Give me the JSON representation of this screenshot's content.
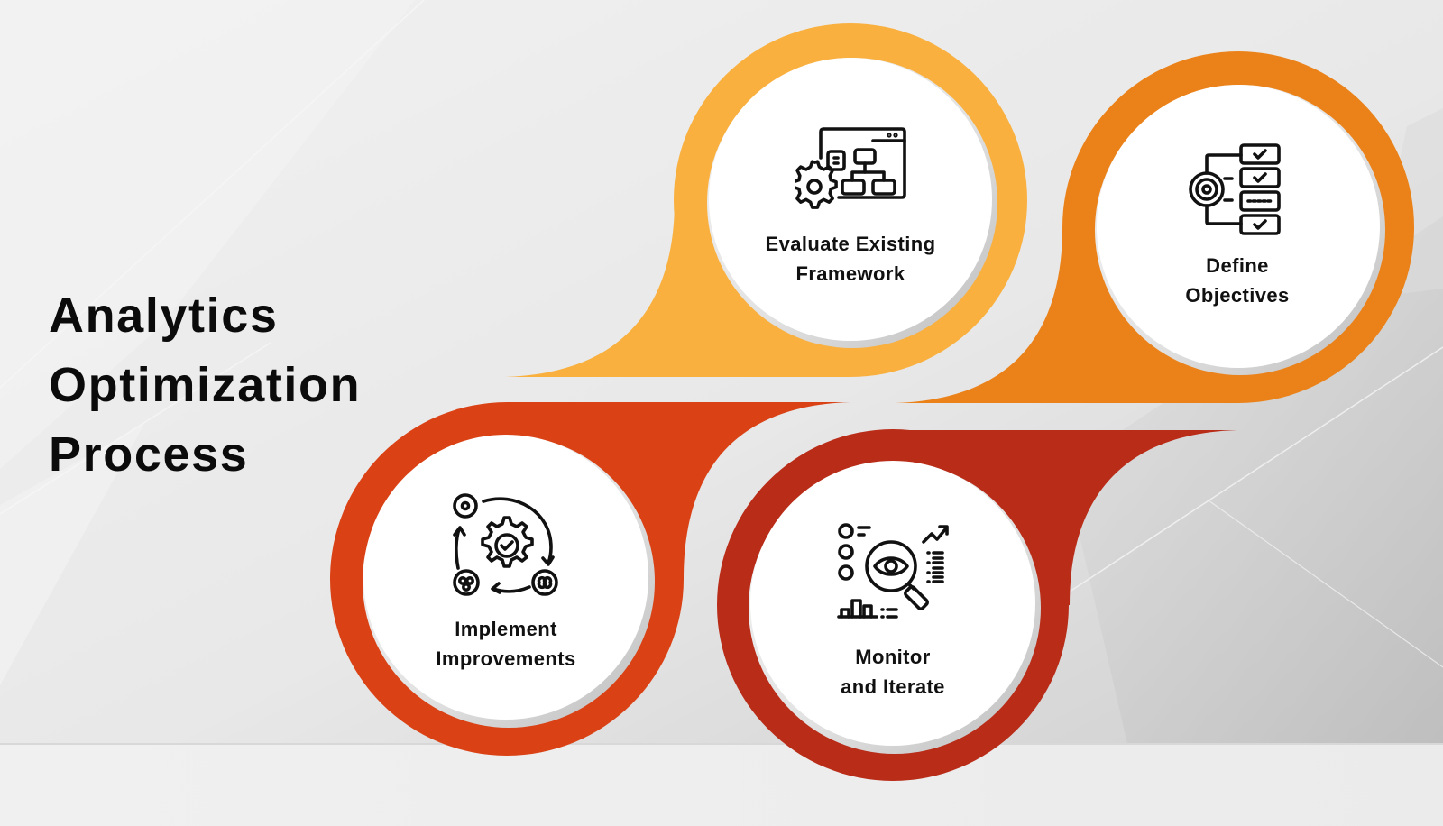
{
  "title": {
    "lines": [
      "Analytics",
      "Optimization",
      "Process"
    ]
  },
  "colors": {
    "background": "#ececec",
    "floor": "#efefef",
    "step1": "#F9B03F",
    "step2": "#EB8219",
    "step3": "#DA4215",
    "step4": "#B92C18",
    "circle_fill": "#ffffff",
    "circle_rim": "#c9c9c9",
    "text": "#111111"
  },
  "steps": [
    {
      "id": "evaluate",
      "icon": "framework-flowchart-gear-icon",
      "label_lines": [
        "Evaluate Existing",
        "Framework"
      ],
      "color": "#F9B03F"
    },
    {
      "id": "define",
      "icon": "target-checklist-icon",
      "label_lines": [
        "Define",
        "Objectives"
      ],
      "color": "#EB8219"
    },
    {
      "id": "implement",
      "icon": "gear-cycle-check-icon",
      "label_lines": [
        "Implement",
        "Improvements"
      ],
      "color": "#DA4215"
    },
    {
      "id": "monitor",
      "icon": "magnifier-eye-analytics-icon",
      "label_lines": [
        "Monitor",
        "and Iterate"
      ],
      "color": "#B92C18"
    }
  ]
}
